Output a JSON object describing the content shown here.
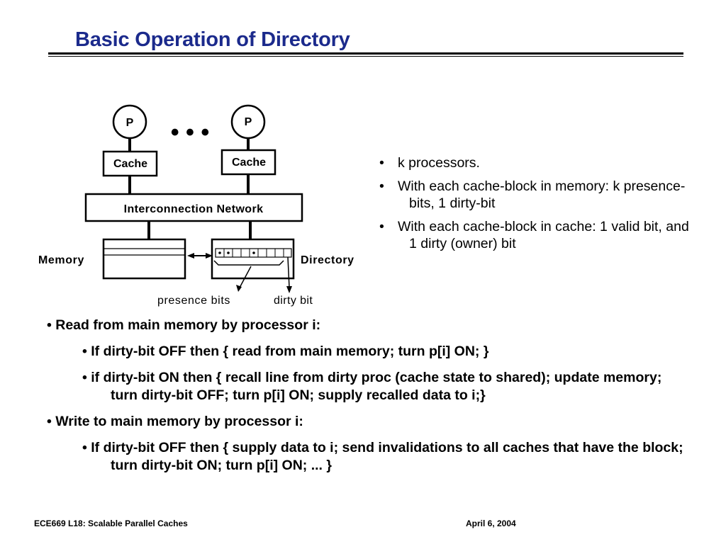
{
  "title": "Basic Operation of Directory",
  "diagram": {
    "processor_label": "P",
    "ellipsis": "• • •",
    "cache_label": "Cache",
    "network_label": "Interconnection Network",
    "memory_label": "Memory",
    "directory_label": "Directory",
    "presence_bits_label": "presence bits",
    "dirty_bit_label": "dirty bit"
  },
  "side_bullets": [
    "k processors.",
    "With each cache-block in memory: k presence-bits, 1 dirty-bit",
    "With each cache-block in cache:    1 valid bit, and 1 dirty (owner) bit"
  ],
  "main_bullets": [
    {
      "level": 1,
      "text": "• Read from main memory by processor i:"
    },
    {
      "level": 2,
      "text": "• If dirty-bit OFF then { read from main memory; turn p[i] ON; }"
    },
    {
      "level": 2,
      "text": "• if dirty-bit ON   then { recall line from dirty proc (cache state to shared); update memory; turn dirty-bit OFF; turn p[i] ON; supply recalled data to i;}"
    },
    {
      "level": 1,
      "text": "• Write to main memory by processor i:"
    },
    {
      "level": 2,
      "text": "• If dirty-bit OFF then { supply data to i; send invalidations to all caches that have the block; turn dirty-bit ON; turn p[i] ON; ... }"
    }
  ],
  "footer": {
    "course": "ECE669  L18: Scalable Parallel Caches",
    "date": "April 6, 2004"
  }
}
